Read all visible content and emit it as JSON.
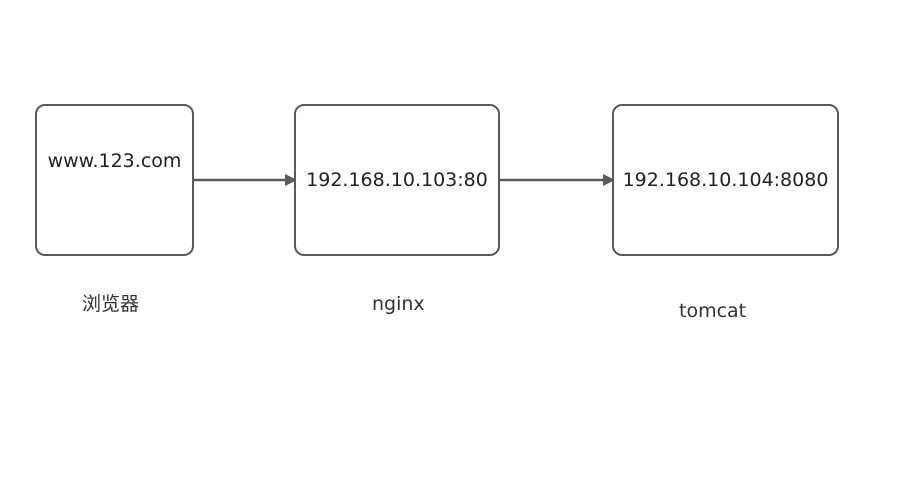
{
  "nodes": {
    "browser": {
      "text": "www.123.com",
      "caption": "浏览器"
    },
    "nginx": {
      "text": "192.168.10.103:80",
      "caption": "nginx"
    },
    "tomcat": {
      "text": "192.168.10.104:8080",
      "caption": "tomcat"
    }
  },
  "edges": [
    {
      "from": "browser",
      "to": "nginx"
    },
    {
      "from": "nginx",
      "to": "tomcat"
    }
  ],
  "colors": {
    "stroke": "#595959",
    "text": "#222222"
  }
}
